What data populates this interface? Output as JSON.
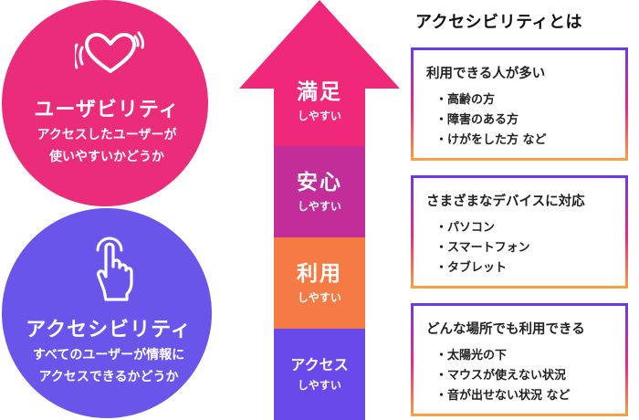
{
  "circles": {
    "usability": {
      "title": "ユーザビリティ",
      "lines": [
        "アクセスしたユーザーが",
        "使いやすいかどうか"
      ],
      "icon": "heart-waves-icon",
      "color": "#ea2c7b"
    },
    "accessibility": {
      "title": "アクセシビリティ",
      "lines": [
        "すべてのユーザーが情報に",
        "アクセスできるかどうか"
      ],
      "icon": "tap-hand-icon",
      "color": "#6a55ea"
    },
    "overlap_color": "#c12f8e"
  },
  "arrow": {
    "levels": [
      {
        "main": "満足",
        "sub": "しやすい",
        "color": "#f0287a"
      },
      {
        "main": "安心",
        "sub": "しやすい",
        "color": "#c22d99"
      },
      {
        "main": "利用",
        "sub": "しやすい",
        "color": "#f67a44"
      },
      {
        "main": "アクセス",
        "sub": "しやすい",
        "color": "#6a49ea"
      }
    ]
  },
  "panel": {
    "heading": "アクセシビリティとは",
    "boxes": [
      {
        "title": "利用できる人が多い",
        "items": [
          "高齢の方",
          "障害のある方",
          "けがをした方 など"
        ]
      },
      {
        "title": "さまざまなデバイスに対応",
        "items": [
          "パソコン",
          "スマートフォン",
          "タブレット"
        ]
      },
      {
        "title": "どんな場所でも利用できる",
        "items": [
          "太陽光の下",
          "マウスが使えない状況",
          "音が出せない状況 など"
        ]
      }
    ],
    "gradient": [
      "#6a3ae6",
      "#f2287a",
      "#f7a342"
    ]
  }
}
